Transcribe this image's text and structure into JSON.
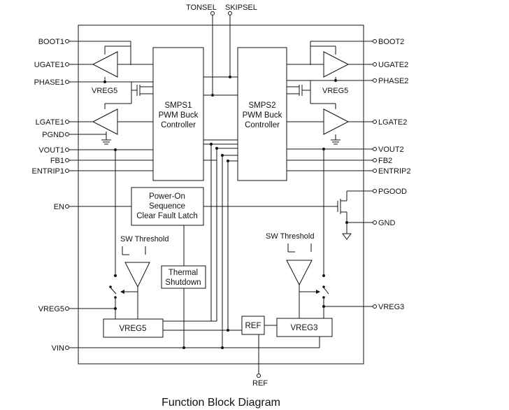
{
  "caption": "Function Block Diagram",
  "top_pins": {
    "tonsel": "TONSEL",
    "skipsel": "SKIPSEL"
  },
  "left_pins": {
    "boot1": "BOOT1",
    "ugate1": "UGATE1",
    "phase1": "PHASE1",
    "lgate1": "LGATE1",
    "pgnd": "PGND",
    "vout1": "VOUT1",
    "fb1": "FB1",
    "entrip1": "ENTRIP1",
    "en": "EN",
    "vreg5": "VREG5",
    "vin": "VIN"
  },
  "right_pins": {
    "boot2": "BOOT2",
    "ugate2": "UGATE2",
    "phase2": "PHASE2",
    "lgate2": "LGATE2",
    "vout2": "VOUT2",
    "fb2": "FB2",
    "entrip2": "ENTRIP2",
    "pgood": "PGOOD",
    "gnd": "GND",
    "vreg3": "VREG3"
  },
  "bottom_pins": {
    "ref": "REF"
  },
  "blocks": {
    "smps1": [
      "SMPS1",
      "PWM Buck",
      "Controller"
    ],
    "smps2": [
      "SMPS2",
      "PWM Buck",
      "Controller"
    ],
    "poweron": [
      "Power-On",
      "Sequence",
      "Clear Fault Latch"
    ],
    "thermal": [
      "Thermal",
      "Shutdown"
    ],
    "vreg5": "VREG5",
    "vreg3": "VREG3",
    "ref": "REF"
  },
  "labels": {
    "vreg5_left": "VREG5",
    "vreg5_right": "VREG5",
    "sw_threshold_left": "SW Threshold",
    "sw_threshold_right": "SW Threshold"
  }
}
